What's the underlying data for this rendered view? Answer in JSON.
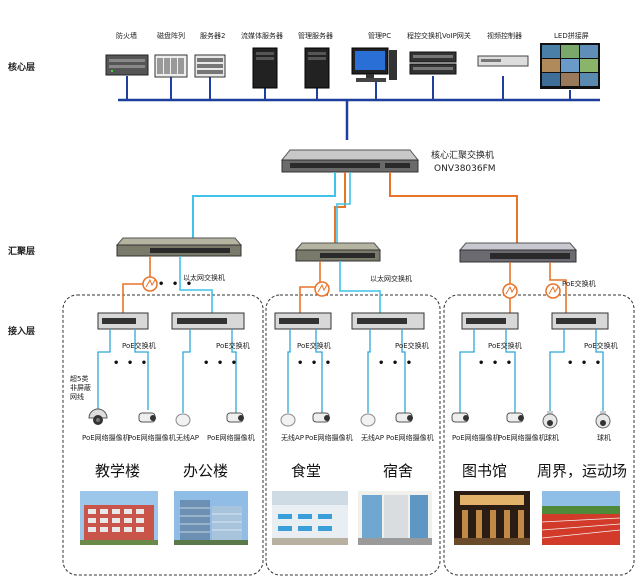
{
  "layers": {
    "core": "核心层",
    "aggregation": "汇聚层",
    "access": "接入层"
  },
  "core_devices": [
    {
      "label": "防火墙",
      "icon": "firewall-icon"
    },
    {
      "label": "磁盘阵列",
      "icon": "disk-array-icon"
    },
    {
      "label": "服务器2",
      "icon": "server-icon"
    },
    {
      "label": "流媒体服务器",
      "icon": "tower-server-icon"
    },
    {
      "label": "管理服务器",
      "icon": "tower-server-icon"
    },
    {
      "label": "管理PC",
      "icon": "desktop-pc-icon"
    },
    {
      "label": "程控交换机VoIP网关",
      "icon": "voip-gateway-icon"
    },
    {
      "label": "视频控制器",
      "icon": "video-controller-icon"
    },
    {
      "label": "LED拼接屏",
      "icon": "video-wall-icon"
    }
  ],
  "core_switch": {
    "name": "核心汇聚交换机",
    "model": "ONV38036FM"
  },
  "labels": {
    "ethernet_switch": "以太网交换机",
    "poe_switch": "PoE交换机",
    "cable_note": [
      "超5类",
      "非屏蔽",
      "网线"
    ],
    "poe_camera": "PoE网络摄像机",
    "wireless_ap": "无线AP",
    "dome_camera": "球机",
    "dots": "• • •"
  },
  "buildings": [
    {
      "name": "教学楼"
    },
    {
      "name": "办公楼"
    },
    {
      "name": "食堂"
    },
    {
      "name": "宿舍"
    },
    {
      "name": "图书馆"
    },
    {
      "name": "周界，运动场"
    }
  ],
  "colors": {
    "core_bus": "#1f3f9e",
    "cyan_link": "#3fc3e8",
    "orange_link": "#e8742a",
    "access_link": "#2da7d6",
    "dashed_box": "#333333"
  }
}
